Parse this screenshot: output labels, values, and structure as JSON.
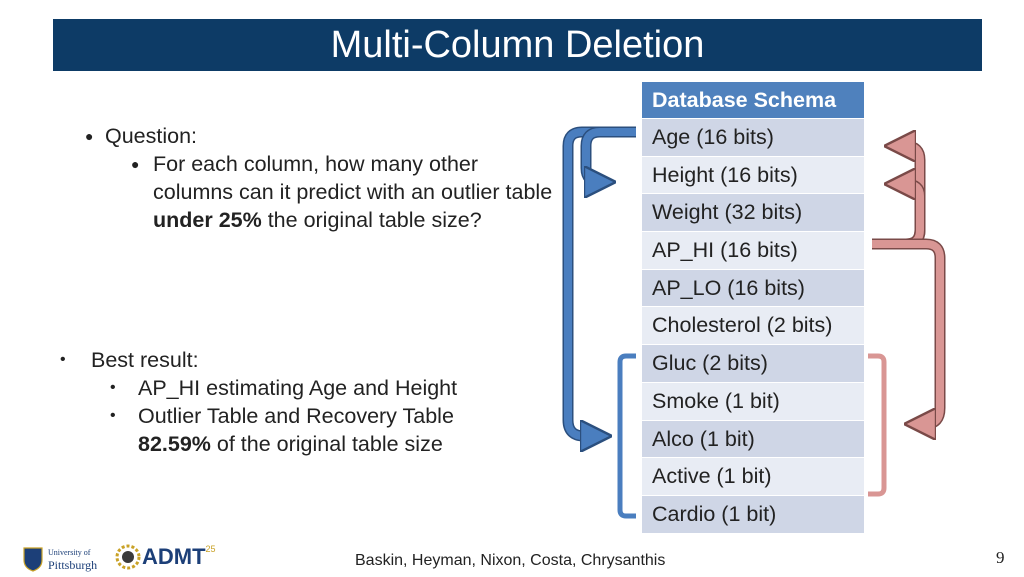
{
  "title": "Multi-Column Deletion",
  "question": {
    "label": "Question:",
    "sub_prefix": "For each column, how many other columns can it predict with an outlier table ",
    "sub_bold": "under 25%",
    "sub_suffix": " the original table size?"
  },
  "best": {
    "label": "Best result:",
    "item1": "AP_HI estimating Age and Height",
    "item2_line1": "Outlier Table and Recovery Table",
    "item2_bold": "82.59%",
    "item2_rest": " of the original table size"
  },
  "schema": {
    "header": "Database Schema",
    "rows": [
      "Age (16 bits)",
      "Height (16 bits)",
      "Weight (32 bits)",
      "AP_HI (16 bits)",
      "AP_LO (16 bits)",
      "Cholesterol (2 bits)",
      "Gluc (2 bits)",
      "Smoke (1 bit)",
      "Alco (1 bit)",
      "Active (1 bit)",
      "Cardio (1 bit)"
    ]
  },
  "footer": {
    "authors": "Baskin, Heyman, Nixon, Costa, Chrysanthis",
    "page": "9",
    "logo1_line1": "University of",
    "logo1_line2": "Pittsburgh",
    "logo2_text": "ADMT",
    "logo2_sup": "25"
  },
  "colors": {
    "title_bg": "#0d3b66",
    "schema_header": "#4f81bd",
    "arrow_blue": "#4a7ebf",
    "arrow_red": "#d99694"
  }
}
